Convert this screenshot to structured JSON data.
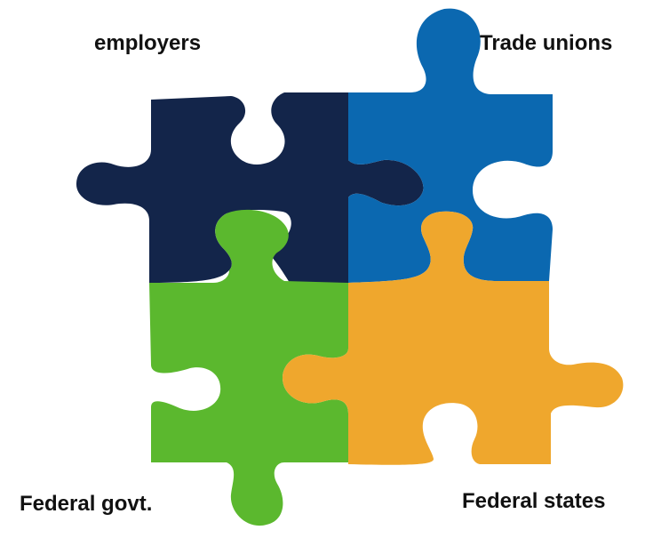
{
  "pieces": [
    {
      "id": "employers",
      "label": "employers",
      "color": "#13254a"
    },
    {
      "id": "trade-unions",
      "label": "Trade unions",
      "color": "#0b68b0"
    },
    {
      "id": "federal-govt",
      "label": "Federal govt.",
      "color": "#5bb82e"
    },
    {
      "id": "federal-states",
      "label": "Federal states",
      "color": "#efa72d"
    }
  ]
}
